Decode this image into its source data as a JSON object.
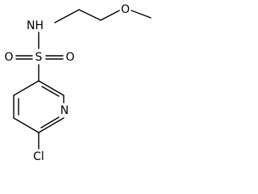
{
  "molecule": {
    "atoms": {
      "o_methoxy": "O",
      "nh": "NH",
      "s": "S",
      "o_left": "O",
      "o_right": "O",
      "n_ring": "N",
      "cl": "Cl"
    }
  }
}
